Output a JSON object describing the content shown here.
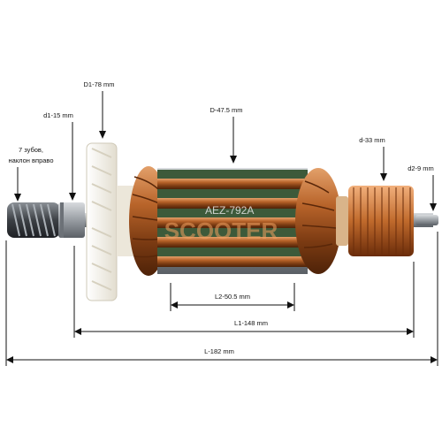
{
  "image": {
    "product": "armature rotor",
    "part_marking": "AEZ-792A",
    "watermark": "SCOOTER"
  },
  "dimensions": {
    "D1": "D1-78 mm",
    "d1": "d1-15 mm",
    "gear": "7 зубов,\nнаклон вправо",
    "gear_line1": "7 зубов,",
    "gear_line2": "наклон вправо",
    "D": "D-47.5 mm",
    "d": "d-33 mm",
    "d2": "d2-9 mm",
    "L2": "L2-50.5 mm",
    "L1": "L1-148 mm",
    "L": "L-182 mm"
  },
  "colors": {
    "copper": "#b8642a",
    "copper_dark": "#6b2f0c",
    "steel": "#9ea3a8",
    "fan_white": "#f2efe6",
    "green_slot": "#3d5a3a",
    "watermark": "#f0a060"
  }
}
